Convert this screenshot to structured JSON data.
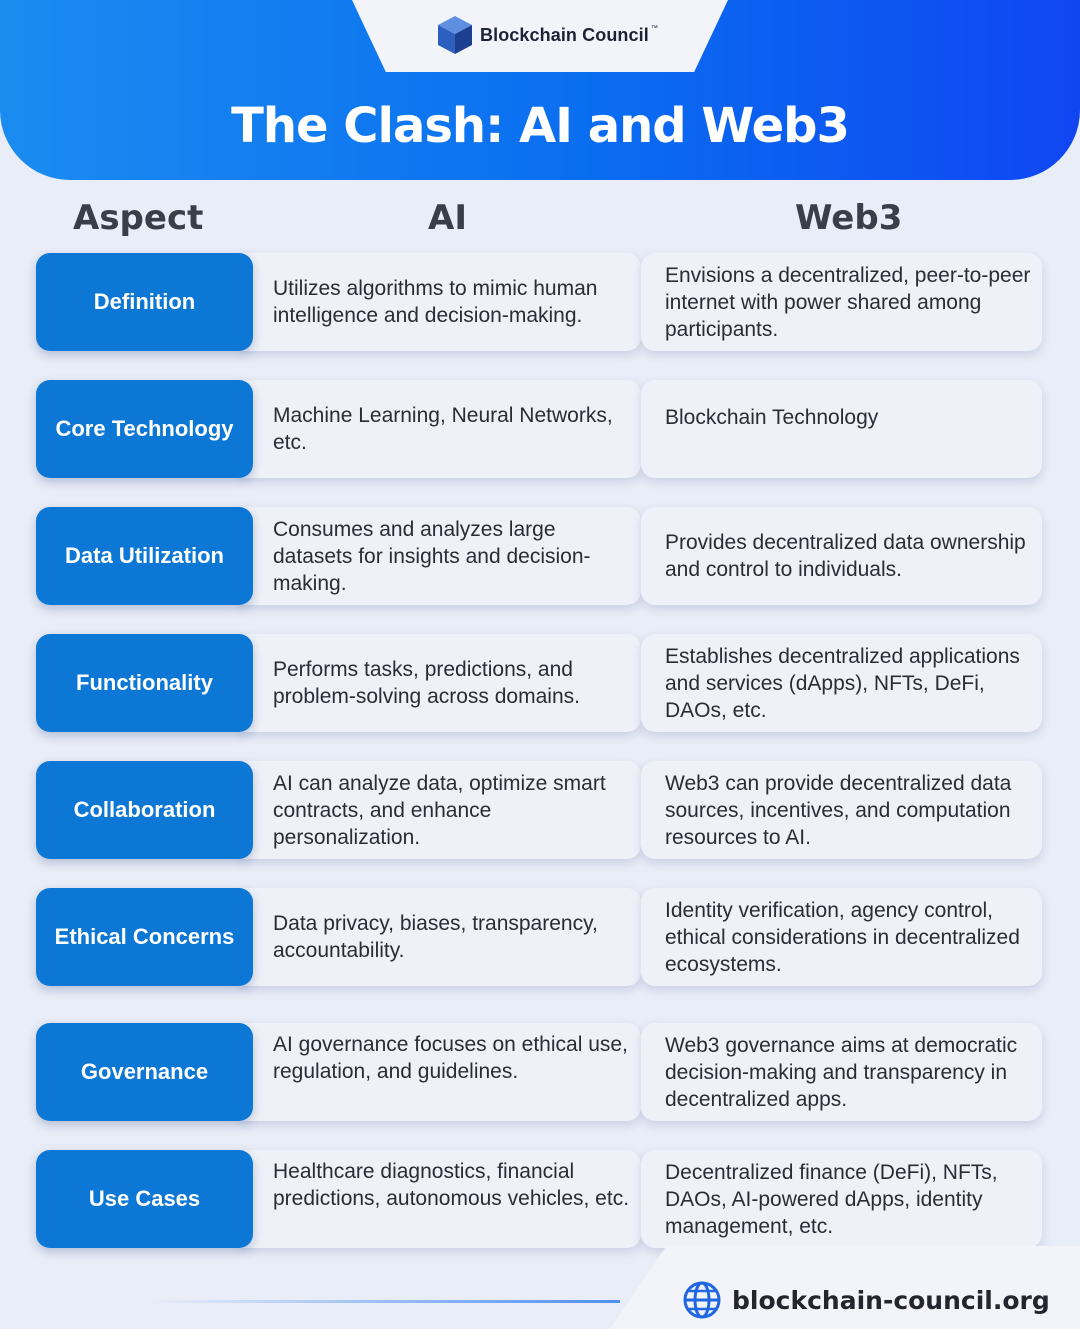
{
  "brand": {
    "name": "Blockchain Council",
    "tm": "™"
  },
  "title": "The Clash: AI and Web3",
  "columns": {
    "aspect": "Aspect",
    "ai": "AI",
    "web3": "Web3"
  },
  "rows": [
    {
      "aspect": "Definition",
      "ai": "Utilizes algorithms to mimic human intelligence and decision-making.",
      "web3": "Envisions a decentralized, peer-to-peer internet with power shared among participants."
    },
    {
      "aspect": "Core Technology",
      "ai": "Machine Learning, Neural Networks, etc.",
      "web3": "Blockchain Technology"
    },
    {
      "aspect": "Data Utilization",
      "ai": "Consumes and analyzes large datasets for insights and decision-making.",
      "web3": "Provides decentralized data ownership and control to individuals."
    },
    {
      "aspect": "Functionality",
      "ai": "Performs tasks, predictions, and problem-solving across domains.",
      "web3": "Establishes decentralized applications and services (dApps), NFTs, DeFi, DAOs, etc."
    },
    {
      "aspect": "Collaboration",
      "ai": "AI can analyze data, optimize smart contracts, and enhance personalization.",
      "web3": "Web3 can provide decentralized data sources, incentives, and computation resources to AI."
    },
    {
      "aspect": "Ethical Concerns",
      "ai": "Data privacy, biases, transparency, accountability.",
      "web3": "Identity verification, agency control, ethical considerations in decentralized ecosystems."
    },
    {
      "aspect": "Governance",
      "ai": "AI governance focuses on ethical use, regulation, and guidelines.",
      "web3": "Web3 governance aims at democratic decision-making and transparency in decentralized apps."
    },
    {
      "aspect": "Use Cases",
      "ai": "Healthcare diagnostics, financial predictions, autonomous vehicles, etc.",
      "web3": "Decentralized finance (DeFi), NFTs, DAOs, AI-powered dApps, identity management, etc."
    }
  ],
  "footer": {
    "url": "blockchain-council.org",
    "icon": "globe-icon"
  },
  "colors": {
    "header_start": "#1a8cf0",
    "header_end": "#1046f2",
    "aspect_cell": "#0c77d4",
    "background": "#e9edf7"
  }
}
